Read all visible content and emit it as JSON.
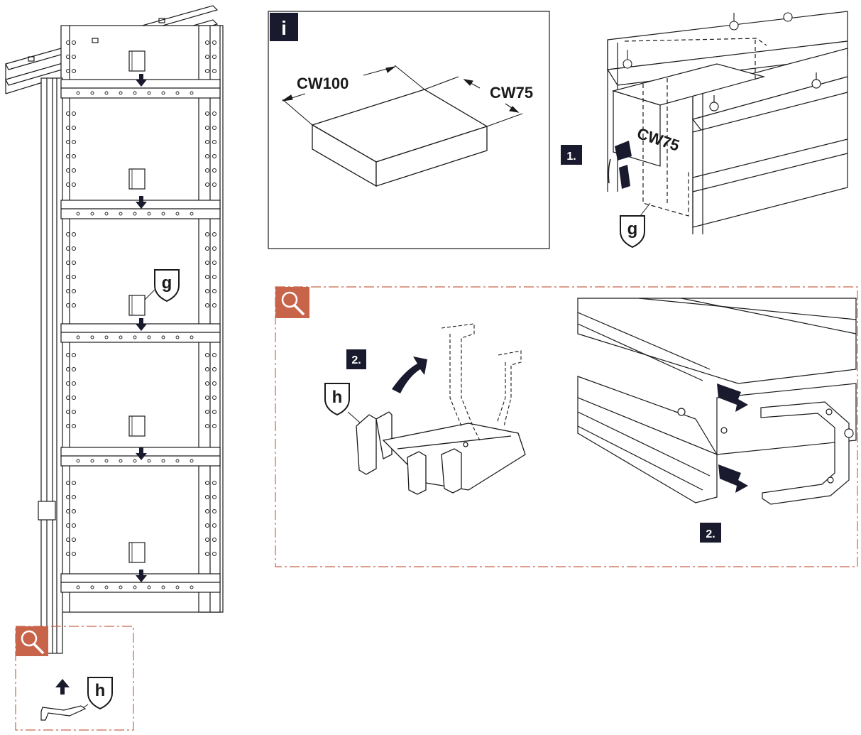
{
  "info_panel": {
    "icon": "info-icon",
    "label_cw100": "CW100",
    "label_cw75": "CW75"
  },
  "top_right": {
    "step_label": "1.",
    "box_label": "CW75",
    "part_label": "g"
  },
  "left_frame": {
    "part_label": "g"
  },
  "zoom_panel_main": {
    "icon": "magnifier-icon",
    "step_label_left": "2.",
    "part_label": "h",
    "step_label_right": "2."
  },
  "zoom_panel_small": {
    "icon": "magnifier-icon",
    "part_label": "h"
  },
  "colors": {
    "accent": "#c8644a",
    "badge_bg": "#1a1a2e",
    "line": "#1a1a1a",
    "arrow": "#1a1a2e"
  }
}
